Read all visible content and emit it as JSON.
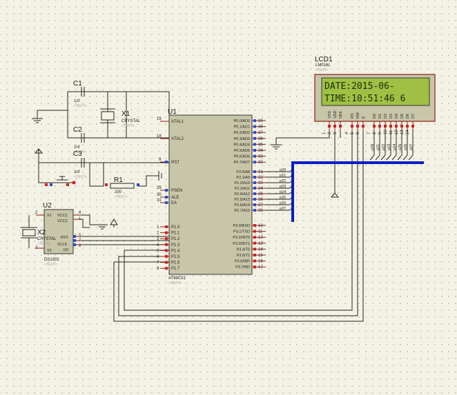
{
  "lcd": {
    "ref": "LCD1",
    "part": "LM016L",
    "text_tag": "<TEXT>",
    "line1": "DATE:2015-06-",
    "line2": "TIME:10:51:46 6",
    "pins": [
      "VSS",
      "VDD",
      "VEE",
      "RS",
      "RW",
      "E",
      "D0",
      "D1",
      "D2",
      "D3",
      "D4",
      "D5",
      "D6",
      "D7"
    ],
    "pin_numbers": [
      "1",
      "2",
      "3",
      "4",
      "5",
      "6",
      "7",
      "8",
      "9",
      "10",
      "11",
      "12",
      "13",
      "14"
    ],
    "bus_labels": [
      "p20",
      "p21",
      "p22",
      "p23",
      "p24",
      "p25",
      "p26",
      "p27"
    ]
  },
  "mcu": {
    "ref": "U1",
    "part": "AT89C51",
    "text_tag": "<TEXT>",
    "left_pins": [
      {
        "num": "19",
        "name": "XTAL1"
      },
      {
        "num": "18",
        "name": "XTAL2"
      },
      {
        "num": "9",
        "name": "RST"
      },
      {
        "num": "29",
        "name": "PSEN"
      },
      {
        "num": "30",
        "name": "ALE"
      },
      {
        "num": "31",
        "name": "EA"
      }
    ],
    "p1_pins": [
      {
        "num": "1",
        "name": "P1.0"
      },
      {
        "num": "2",
        "name": "P1.1"
      },
      {
        "num": "3",
        "name": "P1.2"
      },
      {
        "num": "4",
        "name": "P1.3"
      },
      {
        "num": "5",
        "name": "P1.4"
      },
      {
        "num": "6",
        "name": "P1.5"
      },
      {
        "num": "7",
        "name": "P1.6"
      },
      {
        "num": "8",
        "name": "P1.7"
      }
    ],
    "p0_pins": [
      {
        "num": "39",
        "name": "P0.0/AD0"
      },
      {
        "num": "38",
        "name": "P0.1/AD1"
      },
      {
        "num": "37",
        "name": "P0.2/AD2"
      },
      {
        "num": "36",
        "name": "P0.3/AD3"
      },
      {
        "num": "35",
        "name": "P0.4/AD4"
      },
      {
        "num": "34",
        "name": "P0.5/AD5"
      },
      {
        "num": "33",
        "name": "P0.6/AD6"
      },
      {
        "num": "32",
        "name": "P0.7/AD7"
      }
    ],
    "p2_pins": [
      {
        "num": "21",
        "name": "P2.0/A8",
        "net": "p20"
      },
      {
        "num": "22",
        "name": "P2.1/A9",
        "net": "p21"
      },
      {
        "num": "23",
        "name": "P2.2/A10",
        "net": "p22"
      },
      {
        "num": "24",
        "name": "P2.3/A11",
        "net": "p23"
      },
      {
        "num": "25",
        "name": "P2.4/A12",
        "net": "p24"
      },
      {
        "num": "26",
        "name": "P2.5/A13",
        "net": "p25"
      },
      {
        "num": "27",
        "name": "P2.6/A14",
        "net": "p26"
      },
      {
        "num": "28",
        "name": "P2.7/A15",
        "net": "p27"
      }
    ],
    "p3_pins": [
      {
        "num": "10",
        "name": "P3.0/RXD"
      },
      {
        "num": "11",
        "name": "P3.1/TXD"
      },
      {
        "num": "12",
        "name": "P3.2/INT0"
      },
      {
        "num": "13",
        "name": "P3.3/INT1"
      },
      {
        "num": "14",
        "name": "P3.4/T0"
      },
      {
        "num": "15",
        "name": "P3.5/T1"
      },
      {
        "num": "16",
        "name": "P3.6/WR"
      },
      {
        "num": "17",
        "name": "P3.7/RD"
      }
    ]
  },
  "x1": {
    "ref": "X1",
    "part": "CRYSTAL",
    "text_tag": "<TEXT>"
  },
  "c1": {
    "ref": "C1",
    "value": "1nf",
    "text_tag": "<TEXT>"
  },
  "c2": {
    "ref": "C2",
    "value": "1nf",
    "text_tag": "<TEXT>"
  },
  "c3": {
    "ref": "C3",
    "value": "1nf",
    "text_tag": "<TEXT>"
  },
  "r1": {
    "ref": "R1",
    "value": "200",
    "text_tag": "<TEXT>"
  },
  "u2": {
    "ref": "U2",
    "part": "DS1302",
    "text_tag": "<TEXT>",
    "pins": [
      {
        "num": "2",
        "name": "X1"
      },
      {
        "num": "3",
        "name": "X2"
      },
      {
        "num": "8",
        "name": "VCC1"
      },
      {
        "num": "1",
        "name": "VCC2"
      },
      {
        "num": "5",
        "name": "RST"
      },
      {
        "num": "7",
        "name": "SCLK"
      },
      {
        "num": "6",
        "name": "I/O"
      }
    ]
  },
  "x2": {
    "ref": "X2",
    "part": "CRYSTAL",
    "text_tag": "<TEXT>"
  }
}
